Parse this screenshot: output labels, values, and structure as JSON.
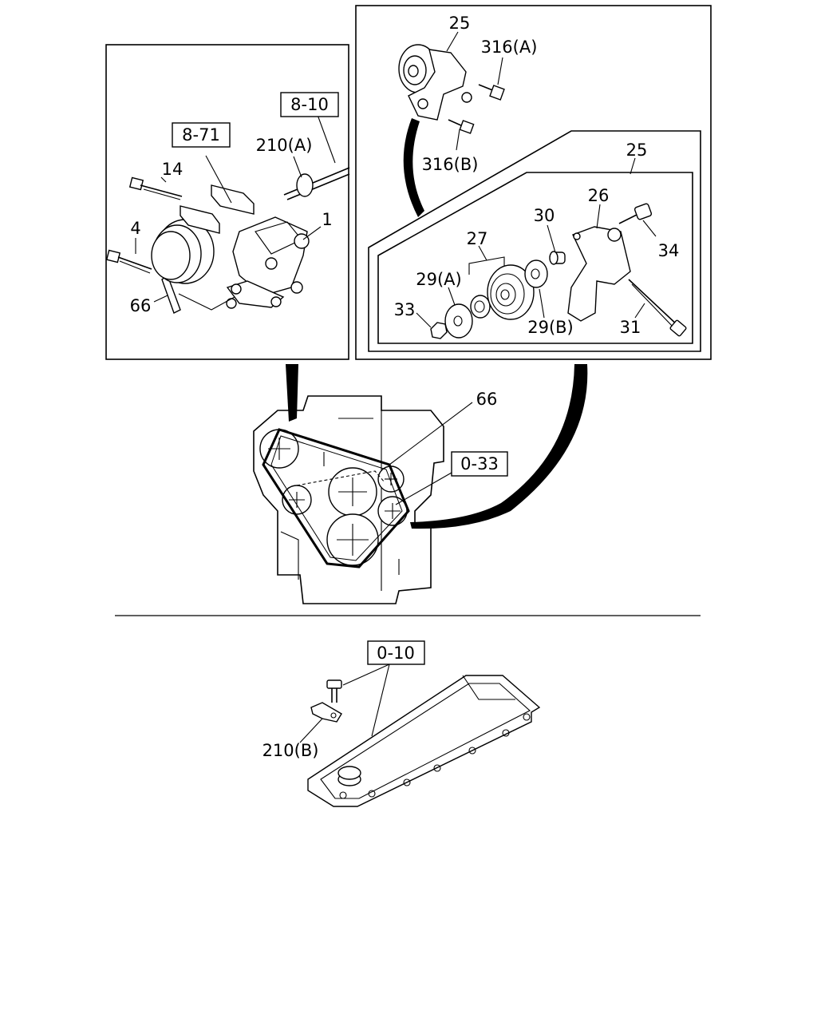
{
  "reference_boxes": {
    "ref_8_10": "8-10",
    "ref_8_71": "8-71",
    "ref_0_33": "0-33",
    "ref_0_10": "0-10"
  },
  "left_panel": {
    "label_14": "14",
    "label_4": "4",
    "label_66": "66",
    "label_1": "1",
    "label_210a": "210(A)"
  },
  "top_right_panel": {
    "label_25": "25",
    "label_316a": "316(A)",
    "label_316b": "316(B)"
  },
  "detail_panel": {
    "label_25": "25",
    "label_26": "26",
    "label_27": "27",
    "label_29a": "29(A)",
    "label_29b": "29(B)",
    "label_30": "30",
    "label_31": "31",
    "label_33": "33",
    "label_34": "34"
  },
  "engine": {
    "label_66": "66"
  },
  "cover": {
    "label_210b": "210(B)"
  }
}
